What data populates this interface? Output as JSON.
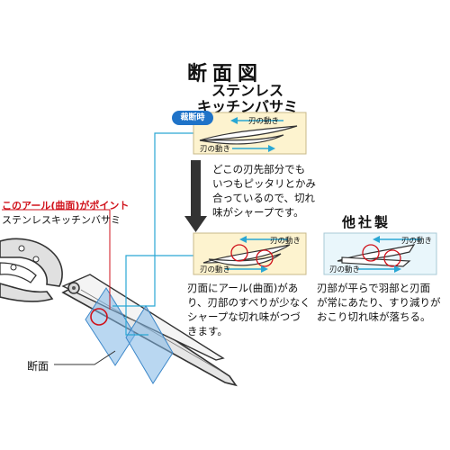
{
  "header": {
    "title": "断面図",
    "subtitle_line1": "ステンレス",
    "subtitle_line2": "キッチンバサミ"
  },
  "cutting_panel": {
    "badge": "裁断時",
    "arrow_top_label": "刃の動き",
    "arrow_bottom_label": "刃の動き"
  },
  "middle_text": {
    "lines": [
      "どこの刃先部分でも",
      "いつもピッタリとかみ",
      "合っているので、切れ",
      "味がシャープです。"
    ]
  },
  "arc_panel": {
    "arrow_top_label": "刃の動き",
    "arrow_bottom_label": "刃の動き"
  },
  "arc_text": {
    "lines": [
      "刃面にアール(曲面)があ",
      "り、刃部のすべりが少なく",
      "シャープな切れ味がつづ",
      "きます。"
    ]
  },
  "scissors_labels": {
    "point": "このアール(曲面)がポイント",
    "name": "ステンレスキッチンバサミ",
    "section": "断面"
  },
  "competitor": {
    "title": "他社製",
    "arrow_top_label": "刃の動き",
    "arrow_bottom_label": "刃の動き",
    "lines": [
      "刃部が平らで羽部と刃面",
      "が常にあたり、すり減りが",
      "おこり切れ味が落ちる。"
    ]
  },
  "colors": {
    "accent_blue": "#1f73c8",
    "line_cyan": "#2aa7d4",
    "red": "#d0121b",
    "panel_yellow": "#fdf3cf",
    "panel_blue": "#e9f6fb"
  }
}
